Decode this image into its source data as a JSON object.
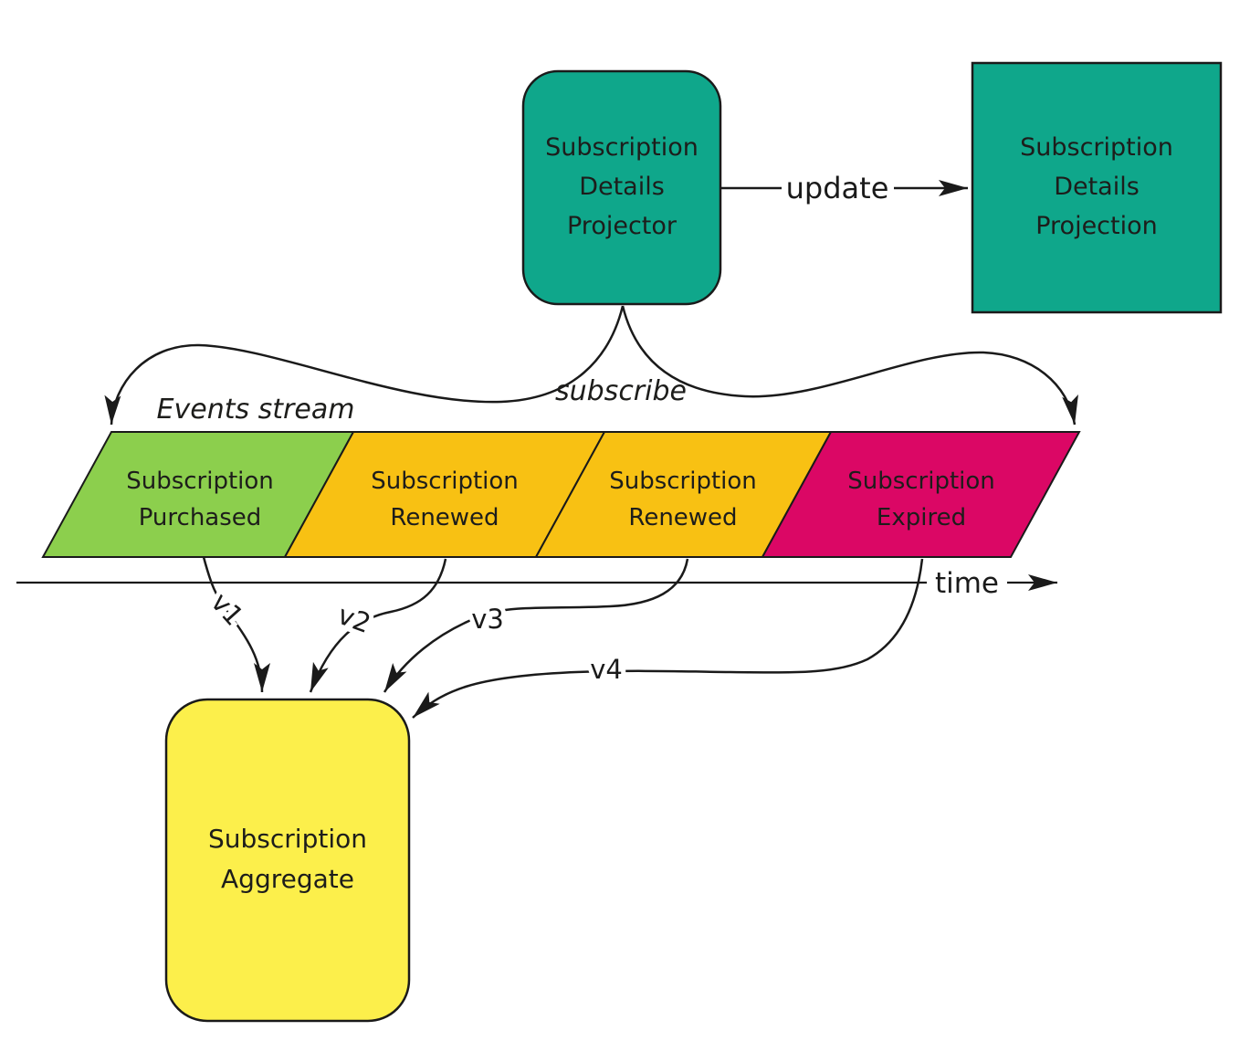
{
  "diagram": {
    "projector": {
      "lines": [
        "Subscription",
        "Details",
        "Projector"
      ],
      "fill": "#0fa78b"
    },
    "projection": {
      "lines": [
        "Subscription",
        "Details",
        "Projection"
      ],
      "fill": "#0fa78b"
    },
    "update_label": "update",
    "subscribe_label": "subscribe",
    "events_stream_label": "Events stream",
    "time_label": "time",
    "events": [
      {
        "lines": [
          "Subscription",
          "Purchased"
        ],
        "fill": "#8ccf4d",
        "version": "v1"
      },
      {
        "lines": [
          "Subscription",
          "Renewed"
        ],
        "fill": "#f8c113",
        "version": "v2"
      },
      {
        "lines": [
          "Subscription",
          "Renewed"
        ],
        "fill": "#f8c113",
        "version": "v3"
      },
      {
        "lines": [
          "Subscription",
          "Expired"
        ],
        "fill": "#db0765",
        "version": "v4"
      }
    ],
    "aggregate": {
      "lines": [
        "Subscription",
        "Aggregate"
      ],
      "fill": "#fcef4b"
    },
    "line_color": "#1a1a1a"
  }
}
